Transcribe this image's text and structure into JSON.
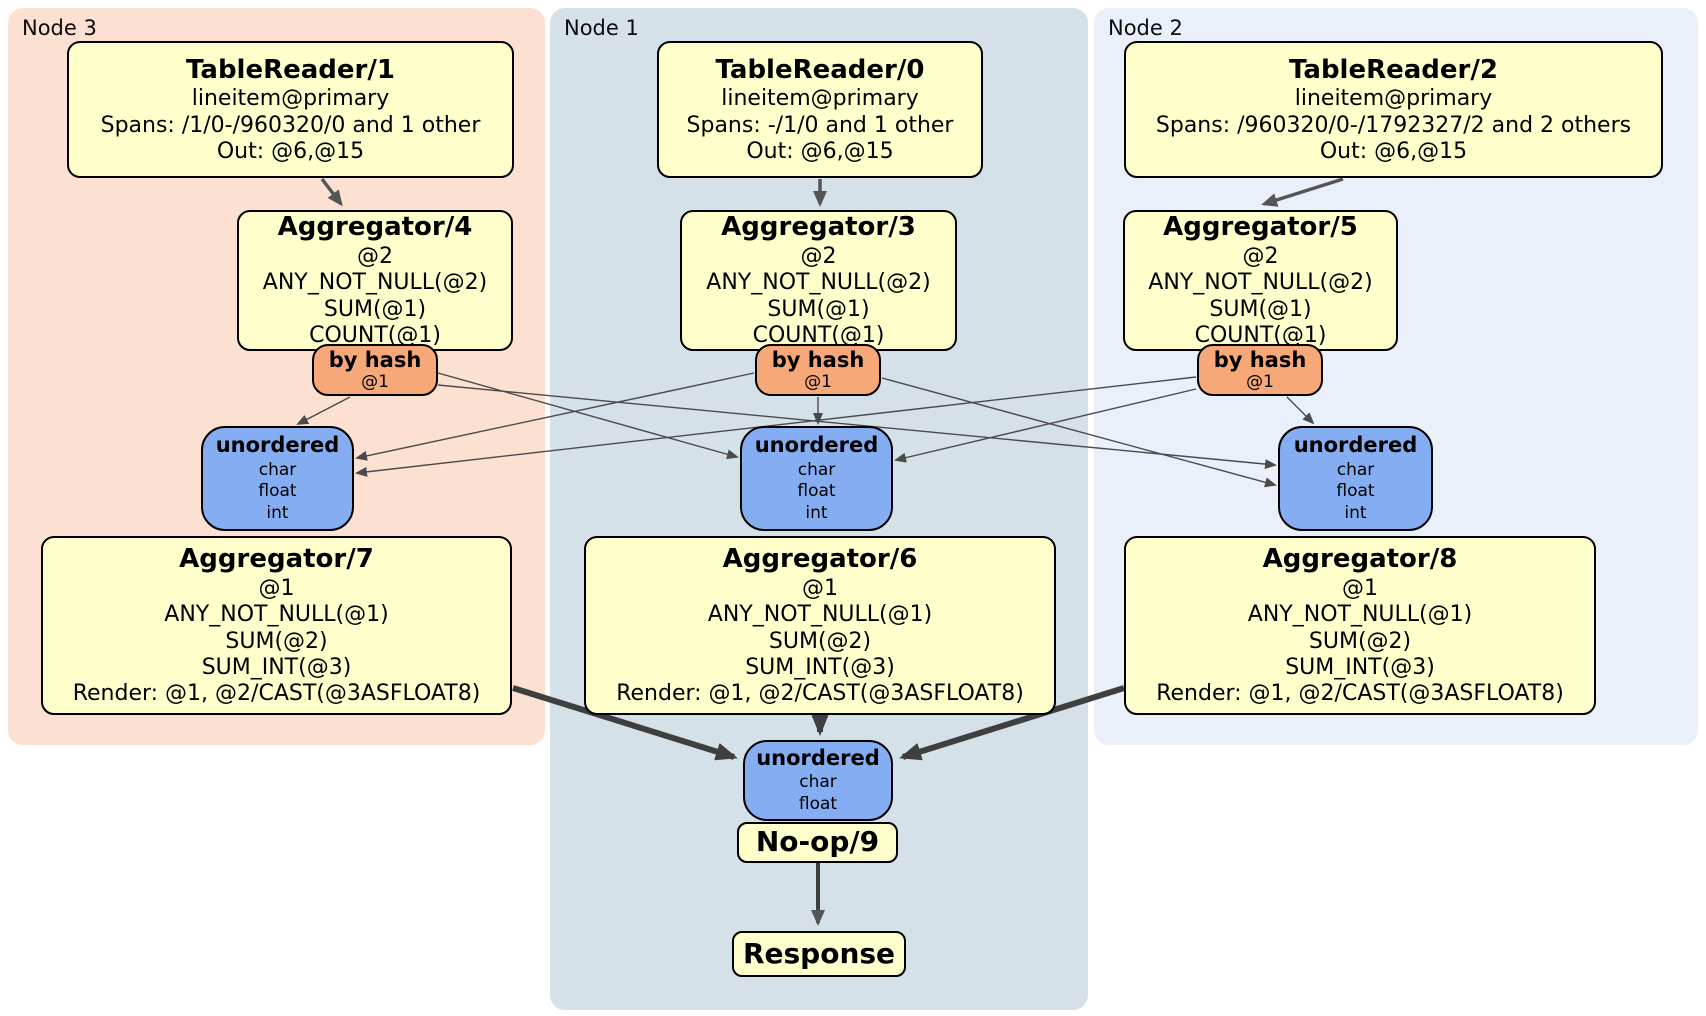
{
  "colors": {
    "node3_bg": "#fce0d1",
    "node1_bg": "#d5e1e9",
    "node2_bg": "#eaf0f9",
    "processor_bg": "#ffffcc",
    "router_bg": "#f6a878",
    "sync_bg": "#85aef2",
    "edge_thin": "#4a4a4a",
    "edge_thick": "#3f3f3f"
  },
  "nodes": {
    "node3": {
      "label": "Node 3",
      "tablereader": {
        "title": "TableReader/1",
        "lines": [
          "lineitem@primary",
          "Spans: /1/0-/960320/0 and 1 other",
          "Out: @6,@15"
        ]
      },
      "agg_top": {
        "title": "Aggregator/4",
        "lines": [
          "@2",
          "ANY_NOT_NULL(@2)",
          "SUM(@1)",
          "COUNT(@1)"
        ]
      },
      "router": {
        "title": "by hash",
        "detail": "@1"
      },
      "sync": {
        "title": "unordered",
        "lines": [
          "char",
          "float",
          "int"
        ]
      },
      "agg_bottom": {
        "title": "Aggregator/7",
        "lines": [
          "@1",
          "ANY_NOT_NULL(@1)",
          "SUM(@2)",
          "SUM_INT(@3)",
          "Render: @1, @2/CAST(@3ASFLOAT8)"
        ]
      }
    },
    "node1": {
      "label": "Node 1",
      "tablereader": {
        "title": "TableReader/0",
        "lines": [
          "lineitem@primary",
          "Spans: -/1/0 and 1 other",
          "Out: @6,@15"
        ]
      },
      "agg_top": {
        "title": "Aggregator/3",
        "lines": [
          "@2",
          "ANY_NOT_NULL(@2)",
          "SUM(@1)",
          "COUNT(@1)"
        ]
      },
      "router": {
        "title": "by hash",
        "detail": "@1"
      },
      "sync": {
        "title": "unordered",
        "lines": [
          "char",
          "float",
          "int"
        ]
      },
      "agg_bottom": {
        "title": "Aggregator/6",
        "lines": [
          "@1",
          "ANY_NOT_NULL(@1)",
          "SUM(@2)",
          "SUM_INT(@3)",
          "Render: @1, @2/CAST(@3ASFLOAT8)"
        ]
      }
    },
    "node2": {
      "label": "Node 2",
      "tablereader": {
        "title": "TableReader/2",
        "lines": [
          "lineitem@primary",
          "Spans: /960320/0-/1792327/2 and 2 others",
          "Out: @6,@15"
        ]
      },
      "agg_top": {
        "title": "Aggregator/5",
        "lines": [
          "@2",
          "ANY_NOT_NULL(@2)",
          "SUM(@1)",
          "COUNT(@1)"
        ]
      },
      "router": {
        "title": "by hash",
        "detail": "@1"
      },
      "sync": {
        "title": "unordered",
        "lines": [
          "char",
          "float",
          "int"
        ]
      },
      "agg_bottom": {
        "title": "Aggregator/8",
        "lines": [
          "@1",
          "ANY_NOT_NULL(@1)",
          "SUM(@2)",
          "SUM_INT(@3)",
          "Render: @1, @2/CAST(@3ASFLOAT8)"
        ]
      }
    }
  },
  "final": {
    "sync": {
      "title": "unordered",
      "lines": [
        "char",
        "float"
      ]
    },
    "noop": {
      "title": "No-op/9"
    },
    "response": {
      "title": "Response"
    }
  }
}
